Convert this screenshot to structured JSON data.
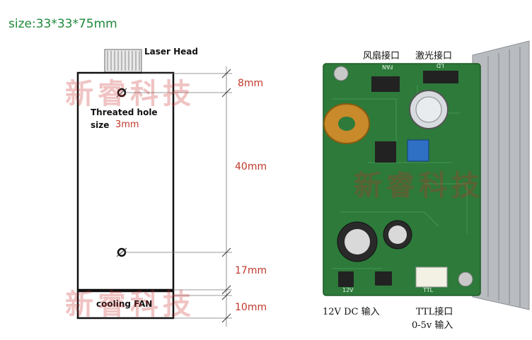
{
  "title": "size:33*33*75mm",
  "drawing": {
    "laser_head_label": "Laser Head",
    "threaded_hole_label_line1": "Threated hole",
    "threaded_hole_label_line2": "size",
    "hole_size": "3mm",
    "cooling_fan_label": "cooling FAN",
    "dimensions": [
      "8mm",
      "40mm",
      "17mm",
      "10mm"
    ]
  },
  "board_photo": {
    "fan_connector_label": "风扇接口",
    "laser_connector_label": "激光接口",
    "dc_input_label": "12V DC 输入",
    "ttl_label_line1": "TTL接口",
    "ttl_label_line2": "0-5v 输入",
    "silk_fan": "FAN",
    "silk_ld": "LD",
    "silk_12v": "12V",
    "silk_ttl": "TTL"
  },
  "watermark": "新睿科技",
  "colors": {
    "title_green": "#1f8a3a",
    "dimension_red": "#c0392b",
    "pcb_green": "#2d7a3a",
    "heatsink_gray": "#b8bcc0"
  }
}
